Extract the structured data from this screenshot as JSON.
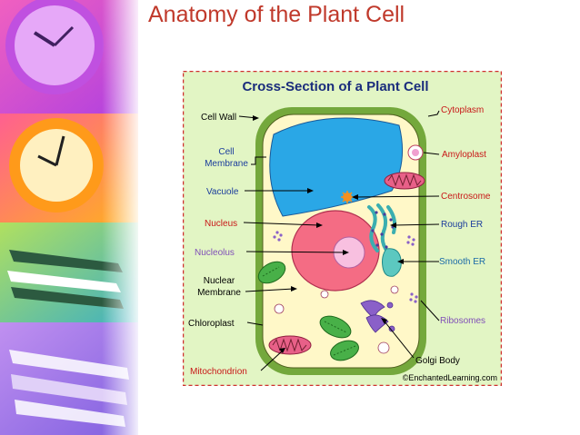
{
  "slide": {
    "title": "Anatomy of the Plant Cell"
  },
  "diagram": {
    "title": "Cross-Section of a Plant Cell",
    "credit": "©EnchantedLearning.com",
    "labels": {
      "cell_wall": "Cell Wall",
      "cell": "Cell",
      "membrane": "Membrane",
      "vacuole": "Vacuole",
      "nucleus": "Nucleus",
      "nucleolus": "Nucleolus",
      "nuclear": "Nuclear",
      "nuclear_membrane": "Membrane",
      "chloroplast": "Chloroplast",
      "mitochondrion": "Mitochondrion",
      "cytoplasm": "Cytoplasm",
      "amyloplast": "Amyloplast",
      "centrosome": "Centrosome",
      "rough_er": "Rough ER",
      "smooth_er": "Smooth ER",
      "ribosomes": "Ribosomes",
      "golgi_body": "Golgi Body"
    },
    "colors": {
      "background": "#e2f5c4",
      "border_dash": "#d03030",
      "cell_wall": "#74a83c",
      "cytoplasm": "#fff8c8",
      "vacuole": "#2aa7e6",
      "nucleus": "#f46c84",
      "nucleolus": "#f8c0e0",
      "chloroplast": "#48b048",
      "mitochondrion": "#e86088",
      "er": "#3aaeb0",
      "golgi": "#8a60c8",
      "label_dark": "#000000",
      "label_red": "#c81818",
      "label_blue": "#1a3c9c",
      "label_purple": "#8050b8",
      "label_teal": "#1a6aa8",
      "title_text": "#1a2c7c"
    }
  }
}
